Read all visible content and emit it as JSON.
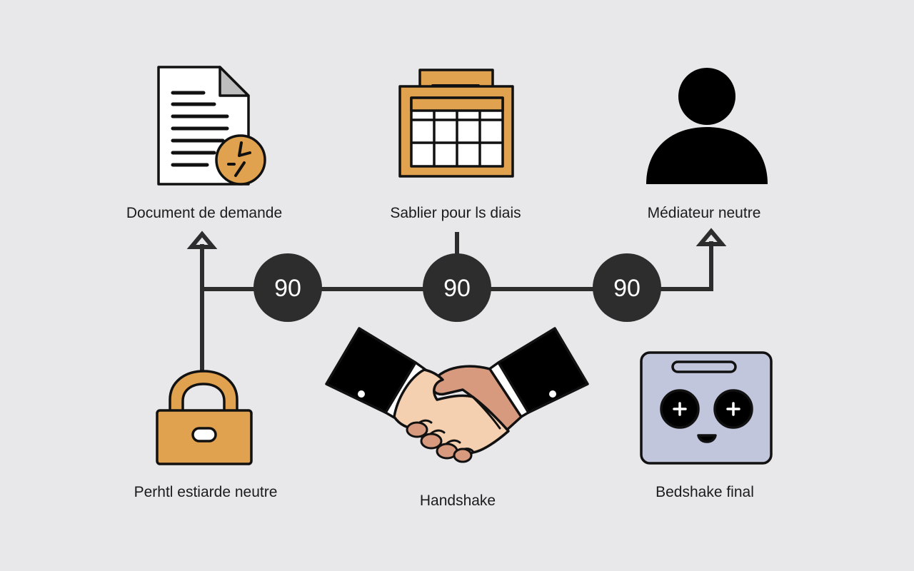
{
  "nodes": {
    "document": {
      "label": "Document de demande",
      "icon": "document-clock-icon"
    },
    "calendar": {
      "label": "Sablier pour ls diais",
      "icon": "calendar-icon"
    },
    "mediator": {
      "label": "Médiateur neutre",
      "icon": "person-icon"
    },
    "lock": {
      "label": "Perhtl estiarde neutre",
      "icon": "padlock-icon"
    },
    "handshake": {
      "label": "Handshake",
      "icon": "handshake-icon"
    },
    "final": {
      "label": "Bedshake final",
      "icon": "smiling-device-icon"
    }
  },
  "badges": [
    "90",
    "90",
    "90"
  ],
  "colors": {
    "background": "#e8e7e9",
    "accent_orange": "#e0a24e",
    "dark": "#2d2d2d",
    "device_blue": "#c2c6dc",
    "skin_light": "#f4cfb0",
    "skin_dark": "#d79a7f"
  }
}
